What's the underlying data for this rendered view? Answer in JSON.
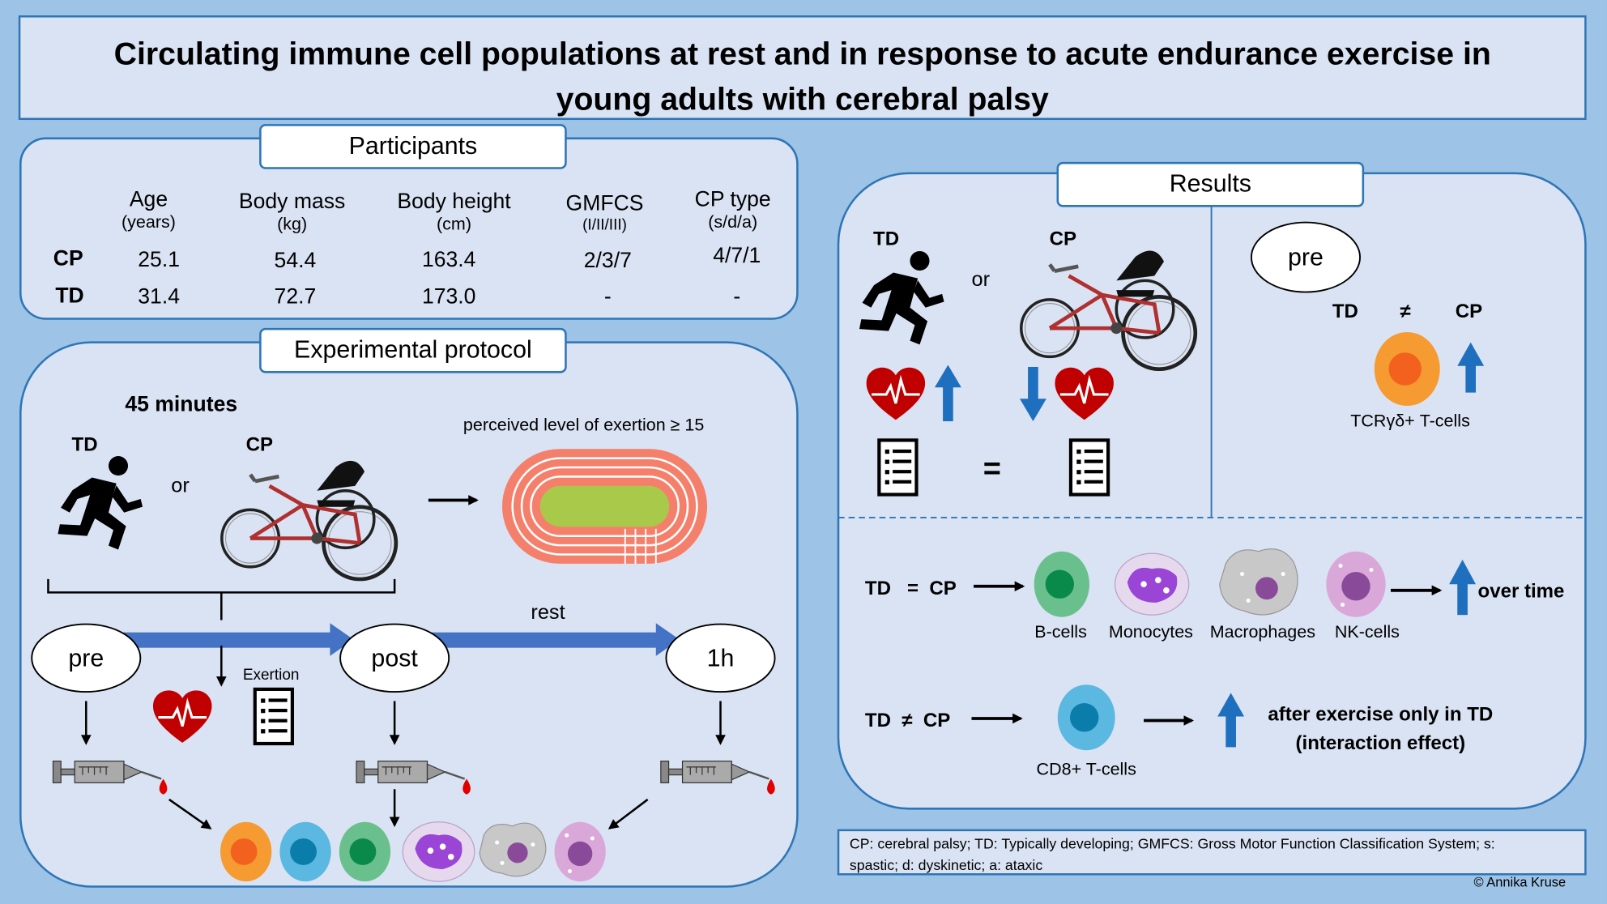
{
  "title": {
    "line1": "Circulating immune cell populations at rest and in response to acute endurance exercise in",
    "line2": "young adults with cerebral palsy"
  },
  "participants": {
    "heading": "Participants",
    "columns": [
      {
        "name": "Age",
        "unit": "(years)"
      },
      {
        "name": "Body mass",
        "unit": "(kg)"
      },
      {
        "name": "Body height",
        "unit": "(cm)"
      },
      {
        "name": "GMFCS",
        "unit": "(I/II/III)"
      },
      {
        "name": "CP type",
        "unit": "(s/d/a)"
      }
    ],
    "rows": [
      {
        "group": "CP",
        "values": [
          "25.1",
          "54.4",
          "163.4",
          "2/3/7",
          "4/7/1"
        ]
      },
      {
        "group": "TD",
        "values": [
          "31.4",
          "72.7",
          "173.0",
          "-",
          "-"
        ]
      }
    ]
  },
  "protocol": {
    "heading": "Experimental protocol",
    "duration": "45 minutes",
    "td": "TD",
    "cp": "CP",
    "or": "or",
    "exertion_criterion": "perceived level  of exertion  ≥ 15",
    "rest": "rest",
    "exertion": "Exertion",
    "timepoints": [
      "pre",
      "post",
      "1h"
    ]
  },
  "results": {
    "heading": "Results",
    "td": "TD",
    "cp": "CP",
    "or": "or",
    "equals": "=",
    "pre": "pre",
    "not_equal": "≠",
    "tcr_label": "TCRγδ+ T-cells",
    "row1_lhs": "TD   =  CP",
    "row1_cells": [
      "B-cells",
      "Monocytes",
      "Macrophages",
      "NK-cells"
    ],
    "row1_result": "over time",
    "row2_lhs": "TD  ≠  CP",
    "row2_cell": "CD8+ T-cells",
    "row2_result_line1": "after exercise only in TD",
    "row2_result_line2": "(interaction effect)"
  },
  "footnote": {
    "line1": "CP: cerebral palsy; TD: Typically developing; GMFCS:  Gross Motor Function Classification System; s:",
    "line2": "spastic; d: dyskinetic; a: ataxic"
  },
  "copyright": "© Annika Kruse",
  "colors": {
    "background": "#9dc3e6",
    "panel": "#dae3f3",
    "border": "#2e75b6",
    "arrow_blue": "#1f6fbf",
    "heart": "#c00000",
    "track": "#f4806c",
    "field": "#a9c94a"
  }
}
